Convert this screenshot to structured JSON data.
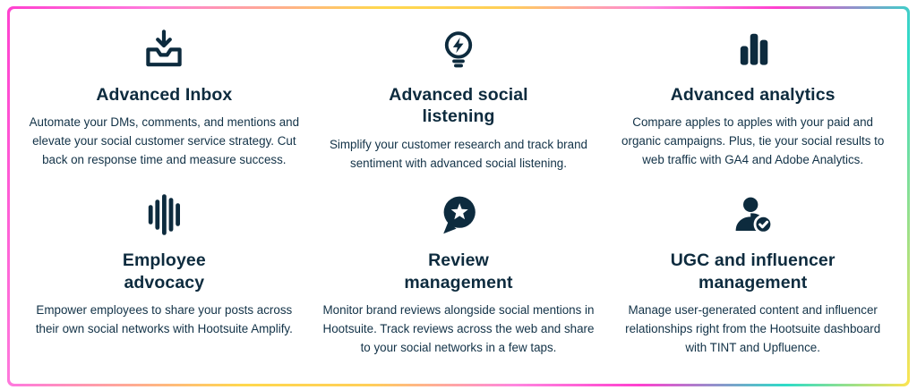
{
  "colors": {
    "heading_text": "#0d2b3e",
    "body_text": "#123247",
    "icon": "#0d2b3e",
    "panel_background": "#ffffff",
    "border_gradient": [
      "#ff40cf",
      "#ffd84d",
      "#ff86de",
      "#2ddcc8",
      "#ffe450"
    ]
  },
  "features": [
    {
      "icon": "inbox-download-icon",
      "title": "Advanced Inbox",
      "description": "Automate your DMs, comments, and mentions and elevate your social customer service strategy. Cut back on response time and measure success."
    },
    {
      "icon": "lightbulb-bolt-icon",
      "title": "Advanced social\nlistening",
      "description": "Simplify your customer research and track brand sentiment with advanced social listening."
    },
    {
      "icon": "bar-chart-icon",
      "title": "Advanced analytics",
      "description": "Compare apples to apples with your paid and organic campaigns. Plus, tie your social results to web traffic with GA4 and Adobe Analytics."
    },
    {
      "icon": "signal-bars-icon",
      "title": "Employee\nadvocacy",
      "description": "Empower employees to share your posts across their own social networks with Hootsuite Amplify."
    },
    {
      "icon": "chat-star-icon",
      "title": "Review\nmanagement",
      "description": "Monitor brand reviews alongside social mentions in Hootsuite. Track reviews across the web and share to your social networks in a few taps."
    },
    {
      "icon": "user-check-icon",
      "title": "UGC and influencer\nmanagement",
      "description": "Manage user-generated content and influencer relationships right from the Hootsuite dashboard with TINT and Upfluence."
    }
  ]
}
